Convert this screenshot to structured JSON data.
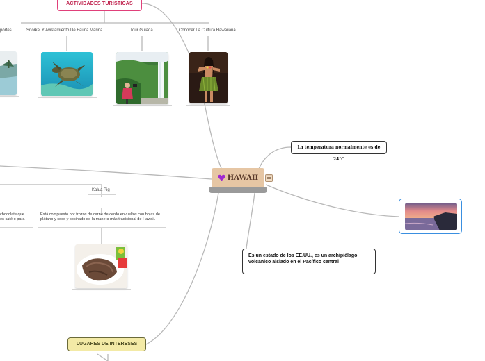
{
  "central": {
    "label": "HAWAII",
    "icon": "heart-icon"
  },
  "menu_glyph": "☰",
  "topics": {
    "actividades": {
      "label": "ACTIVIDADES TURISTICAS",
      "color": "#e0407a"
    },
    "lugares": {
      "label": "LUGARES DE INTERESES",
      "color": "#f3eaa6"
    }
  },
  "activities": [
    {
      "label": "portes",
      "photo": "beach-photo"
    },
    {
      "label": "Snorkel Y Avistamiento De Fauna Marina",
      "photo": "turtle-photo"
    },
    {
      "label": "Tour Guiada",
      "photo": "waterfall-photo"
    },
    {
      "label": "Conocer La Cultura Hawaiiana",
      "photo": "hula-dancer-photo"
    }
  ],
  "facts": {
    "temperature": "La temperatura normalmente es de 24°C",
    "description": "Es un estado de los EE.UU., es un archipiélago volcánico aislado en el Pacífico central"
  },
  "food": {
    "kalua": {
      "title": "Kalua Pig",
      "description": "Está compuesto por trozos de carne de cerdo envueltos con hojas de plátano y coco y cocinado de la manera más tradicional de Hawaii."
    },
    "partial_description": "chocolate que\nes café o para"
  },
  "colors": {
    "central_bg": "#e6c6a4",
    "line": "#b8b8b8",
    "sunset_border": "#3a8fe0"
  }
}
